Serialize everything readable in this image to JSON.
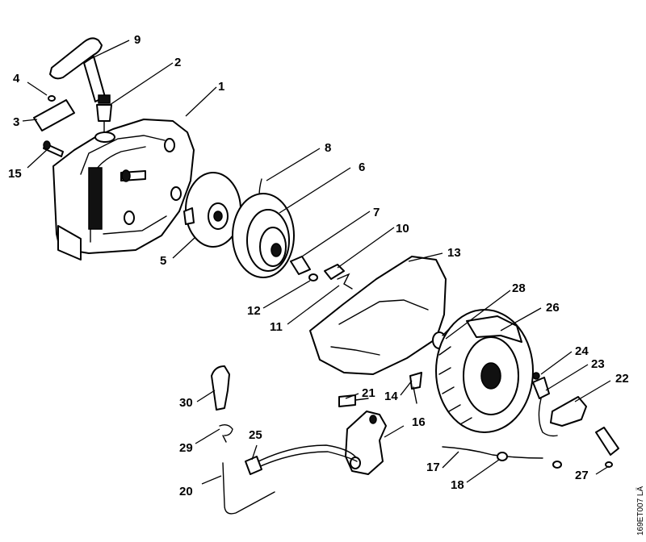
{
  "callouts": {
    "c1": "1",
    "c2": "2",
    "c3": "3",
    "c4": "4",
    "c5": "5",
    "c6": "6",
    "c7": "7",
    "c8": "8",
    "c9": "9",
    "c10": "10",
    "c11": "11",
    "c12": "12",
    "c13": "13",
    "c14": "14",
    "c15": "15",
    "c16": "16",
    "c17": "17",
    "c18": "18",
    "c20": "20",
    "c21": "21",
    "c22": "22",
    "c23": "23",
    "c24": "24",
    "c25": "25",
    "c26": "26",
    "c27": "27",
    "c28": "28",
    "c29": "29",
    "c30": "30"
  },
  "drawing_code": "169ET007 LÄ"
}
